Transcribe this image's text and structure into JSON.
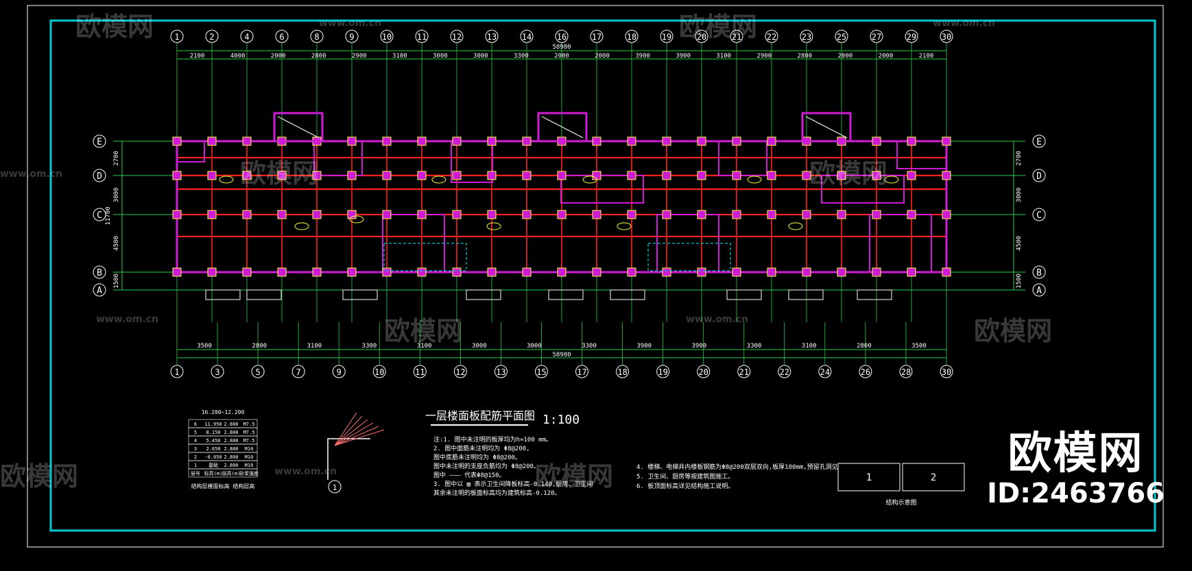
{
  "drawing": {
    "title": "一层楼面板配筋平面图",
    "scale": "1:100",
    "top_axes": [
      "1",
      "2",
      "4",
      "6",
      "8",
      "9",
      "10",
      "11",
      "12",
      "13",
      "14",
      "16",
      "17",
      "18",
      "19",
      "20",
      "21",
      "22",
      "23",
      "25",
      "27",
      "29",
      "30"
    ],
    "bottom_axes": [
      "1",
      "3",
      "5",
      "7",
      "9",
      "10",
      "11",
      "12",
      "13",
      "15",
      "17",
      "18",
      "19",
      "20",
      "21",
      "22",
      "24",
      "26",
      "28",
      "30"
    ],
    "row_axes": [
      "E",
      "D",
      "C",
      "B",
      "A"
    ],
    "top_dims": [
      "2100",
      "4000",
      "2000",
      "2800",
      "2900",
      "3100",
      "3000",
      "3000",
      "3300",
      "2000",
      "2000",
      "3900",
      "3900",
      "3100",
      "2900",
      "2800",
      "2000",
      "2000",
      "2100"
    ],
    "top_total": "58980",
    "bottom_dims": [
      "3500",
      "2800",
      "3100",
      "3300",
      "3100",
      "3000",
      "3000",
      "3300",
      "3900",
      "3900",
      "3300",
      "3100",
      "2800",
      "3500"
    ],
    "bottom_total": "58980",
    "left_dims": [
      "2700",
      "3000",
      "4500",
      "1500"
    ],
    "left_total": "11700",
    "notes": [
      "注:1. 图中未注明的板厚均为h=100 mm。",
      "2. 图中面筋未注明均为 Φ8@200,",
      "图中底筋未注明均为 Φ8@200。",
      "图中未注明的支座负筋均为 Φ8@200。",
      "图中 ——— 代表Φ8@150。",
      "3. 图中以 ▨ 表示卫生间降板标高-0.140,厨房、卫生间",
      "其余未注明的板面标高均为建筑标高-0.120。"
    ],
    "notes_right": [
      "4. 楼梯、电梯井内楼板钢筋为Φ8@200双层双向,板厚100mm,预留孔洞见",
      "5. 卫生间、厨房等按建筑图施工。",
      "6. 板顶面标高详见结构施工说明。"
    ],
    "table_header": "16.200~12.200",
    "table_rows": [
      [
        "6",
        "11.950",
        "2.800",
        "M7.5"
      ],
      [
        "5",
        "8.150",
        "2.800",
        "M7.5"
      ],
      [
        "4",
        "5.450",
        "2.800",
        "M7.5"
      ],
      [
        "3",
        "2.650",
        "2.800",
        "M10"
      ],
      [
        "2",
        "-0.050",
        "2.800",
        "M10"
      ],
      [
        "1",
        "基础",
        "2.800",
        "M10"
      ]
    ],
    "table_footer": [
      "层号",
      "标高(m)",
      "层高(m)",
      "砂浆强度"
    ],
    "table_caption": "结构层楼面标高 结构层高",
    "detail_label": "1",
    "key_plan_labels": [
      "1",
      "2"
    ],
    "key_plan_caption": "结构示意图"
  },
  "watermark": {
    "brand": "欧模网",
    "site": "www.om.cn",
    "id": "ID:2463766"
  },
  "colors": {
    "frame": "#00c8d2",
    "grid": "#23d14a",
    "wall": "#d01bd6",
    "beam": "#ff2020",
    "text": "#ffffff",
    "note": "#ffff3c"
  }
}
